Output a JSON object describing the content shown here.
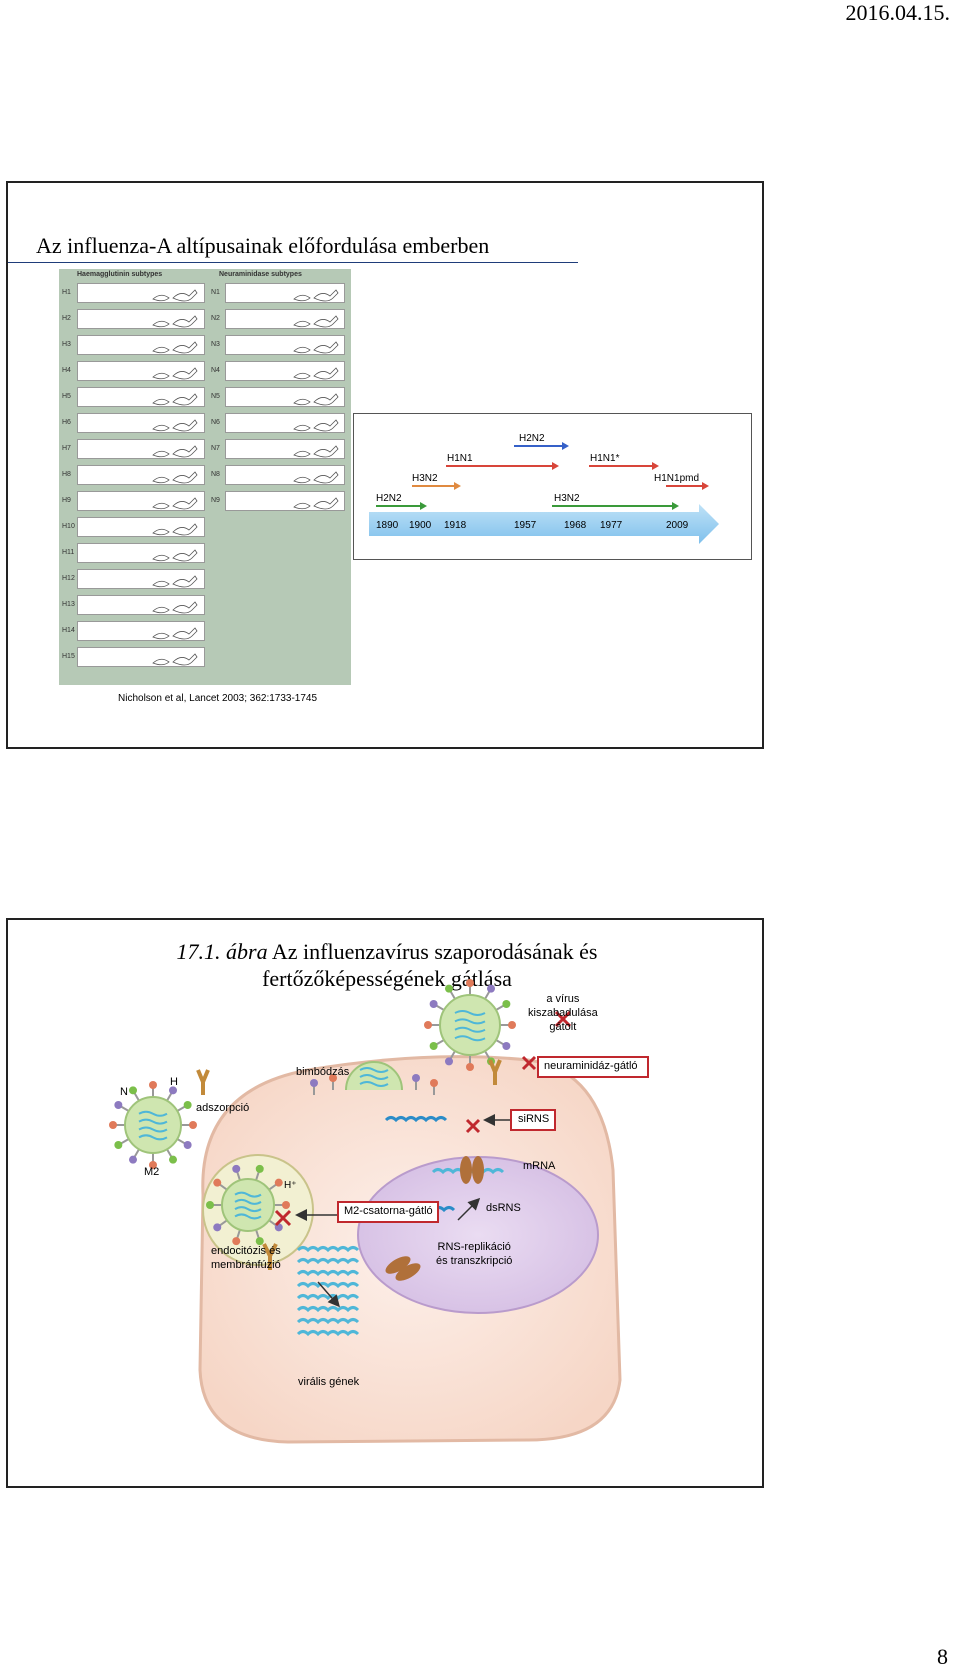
{
  "header": {
    "date": "2016.04.15."
  },
  "footer": {
    "page_number": "8"
  },
  "slide1": {
    "title": "Az influenza-A altípusainak előfordulása emberben",
    "table": {
      "ha_header": "Haemagglutinin subtypes",
      "na_header": "Neuraminidase subtypes",
      "ha_rows": [
        "H1",
        "H2",
        "H3",
        "H4",
        "H5",
        "H6",
        "H7",
        "H8",
        "H9",
        "H10",
        "H11",
        "H12",
        "H13",
        "H14",
        "H15"
      ],
      "na_rows": [
        "N1",
        "N2",
        "N3",
        "N4",
        "N5",
        "N6",
        "N7",
        "N8",
        "N9"
      ]
    },
    "citation": "Nicholson et al, Lancet 2003; 362:1733-1745",
    "timeline": {
      "years": [
        "1890",
        "1900",
        "1918",
        "1957",
        "1968",
        "1977",
        "2009"
      ],
      "subtypes": [
        {
          "label": "H2N2",
          "color": "#3a9a3a"
        },
        {
          "label": "H3N2",
          "color": "#e08a40"
        },
        {
          "label": "H1N1",
          "color": "#d8453a"
        },
        {
          "label": "H2N2",
          "color": "#3560c8"
        },
        {
          "label": "H3N2",
          "color": "#3a9a3a"
        },
        {
          "label": "H1N1*",
          "color": "#d8453a"
        },
        {
          "label": "H1N1pmd",
          "color": "#d8453a"
        }
      ]
    }
  },
  "slide2": {
    "title_prefix": "17.1. ábra",
    "title_rest": " Az influenzavírus szaporodásának és",
    "title_line2": "fertőzőképességének gátlása",
    "labels": {
      "n": "N",
      "h": "H",
      "m2": "M2",
      "adsorption": "adszorpció",
      "budding": "bimbódzás",
      "release_1": "a vírus",
      "release_2": "kiszabadulása",
      "release_3": "gátolt",
      "neuraminidase_inhibitor": "neuraminidáz-gátló",
      "sirna": "siRNS",
      "h_plus": "H⁺",
      "m2_inhibitor": "M2-csatorna-gátló",
      "mrna": "mRNA",
      "dsrna": "dsRNS",
      "replication_1": "RNS-replikáció",
      "replication_2": "és transzkripció",
      "endocytosis_1": "endocitózis és",
      "endocytosis_2": "membránfúzió",
      "viral_genes": "virális gének"
    },
    "colors": {
      "cell": "#f8ddd0",
      "nucleus": "#d9c4e6",
      "virus": "#cfe6b0",
      "alert": "#c0282e"
    }
  }
}
